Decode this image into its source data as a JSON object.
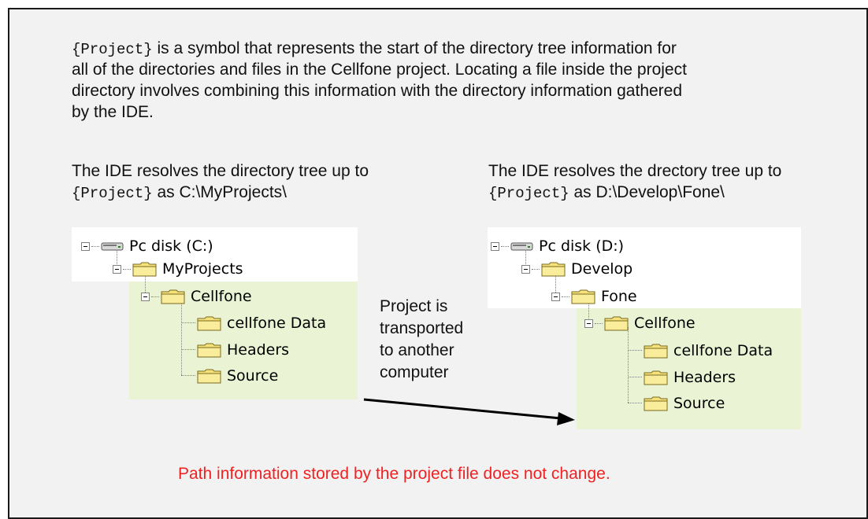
{
  "intro": {
    "symbol": "{Project}",
    "line1_rest": " is a symbol that represents the start of the directory tree information for",
    "line2": "all of the directories and files in the Cellfone project. Locating a file inside the project",
    "line3": "directory involves combining this information with the directory information gathered",
    "line4": "by the IDE."
  },
  "left_caption": {
    "line1": "The IDE resolves the directory tree up to",
    "symbol": "{Project}",
    "line2_rest": " as C:\\MyProjects\\"
  },
  "right_caption": {
    "line1": "The IDE resolves the drectory tree up to",
    "symbol": "{Project}",
    "line2_rest": " as D:\\Develop\\Fone\\"
  },
  "left_tree": {
    "drive": "Pc disk (C:)",
    "folder1": "MyProjects",
    "project": "Cellfone",
    "children": [
      "cellfone Data",
      "Headers",
      "Source"
    ]
  },
  "right_tree": {
    "drive": "Pc disk (D:)",
    "folder1": "Develop",
    "folder2": "Fone",
    "project": "Cellfone",
    "children": [
      "cellfone Data",
      "Headers",
      "Source"
    ]
  },
  "transport_note": {
    "line1": "Project is",
    "line2": "transported",
    "line3": "to another",
    "line4": "computer"
  },
  "footer_note": "Path information stored by the project file does not change.",
  "colors": {
    "highlight": "#eaf3d4",
    "footer": "#ee2222",
    "folder": "#f5e27a"
  },
  "icons": {
    "drive": "drive-icon",
    "folder": "folder-icon",
    "collapse": "collapse-box-icon"
  }
}
